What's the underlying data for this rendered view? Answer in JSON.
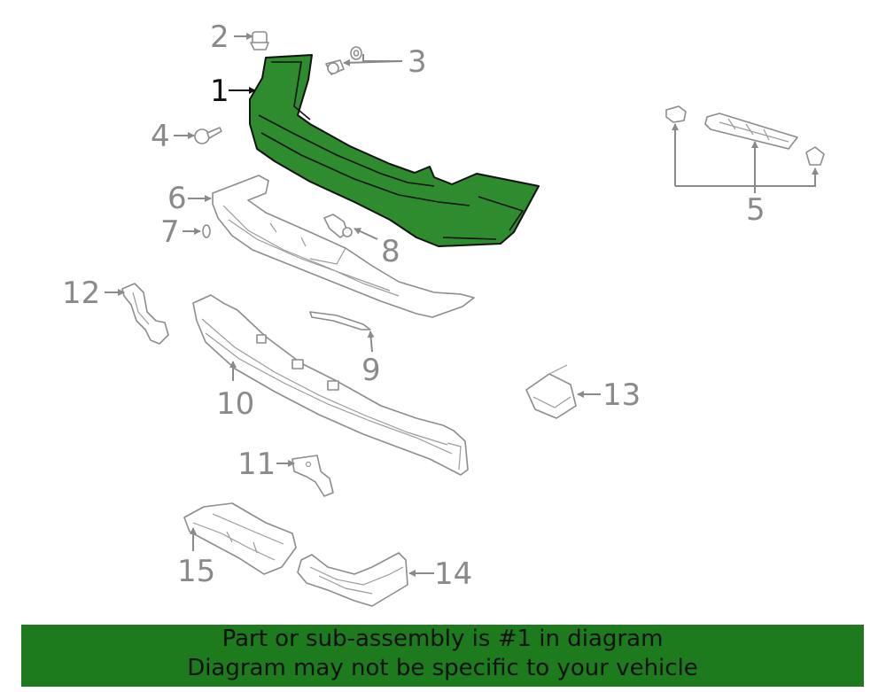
{
  "callouts": {
    "c1": "1",
    "c2": "2",
    "c3": "3",
    "c4": "4",
    "c5": "5",
    "c6": "6",
    "c7": "7",
    "c8": "8",
    "c9": "9",
    "c10": "10",
    "c11": "11",
    "c12": "12",
    "c13": "13",
    "c14": "14",
    "c15": "15"
  },
  "highlight_color": "#2e8b2e",
  "banner_color": "#1d7a1d",
  "banner": {
    "line1": "Part or sub-assembly is #1 in diagram",
    "line2": "Diagram may not be specific to your vehicle"
  }
}
